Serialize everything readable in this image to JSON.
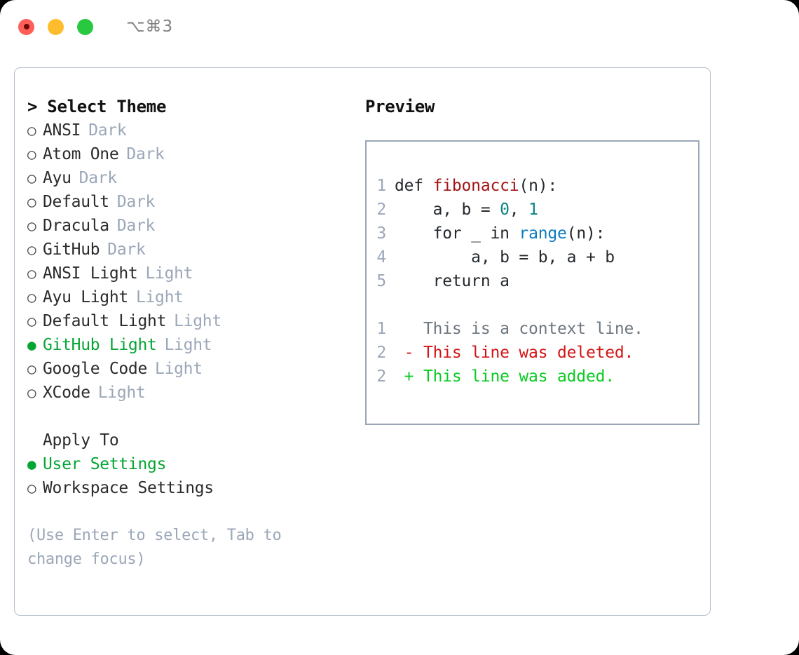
{
  "window": {
    "traffic_lights": [
      "close",
      "minimize",
      "maximize"
    ],
    "shortcut_label": "⌥⌘3",
    "colors": {
      "close": "#FF5F57",
      "minimize": "#FFBD2E",
      "maximize": "#28C840",
      "accent_green": "#05A534",
      "muted": "#9BA7B8",
      "border": "#B3BCCB"
    }
  },
  "theme_picker": {
    "header": "> Select Theme",
    "options": [
      {
        "bullet": "○",
        "label": "ANSI",
        "tag": "Dark",
        "selected": false
      },
      {
        "bullet": "○",
        "label": "Atom One",
        "tag": "Dark",
        "selected": false
      },
      {
        "bullet": "○",
        "label": "Ayu",
        "tag": "Dark",
        "selected": false
      },
      {
        "bullet": "○",
        "label": "Default",
        "tag": "Dark",
        "selected": false
      },
      {
        "bullet": "○",
        "label": "Dracula",
        "tag": "Dark",
        "selected": false
      },
      {
        "bullet": "○",
        "label": "GitHub",
        "tag": "Dark",
        "selected": false
      },
      {
        "bullet": "○",
        "label": "ANSI Light",
        "tag": "Light",
        "selected": false
      },
      {
        "bullet": "○",
        "label": "Ayu Light",
        "tag": "Light",
        "selected": false
      },
      {
        "bullet": "○",
        "label": "Default Light",
        "tag": "Light",
        "selected": false
      },
      {
        "bullet": "●",
        "label": "GitHub Light",
        "tag": "Light",
        "selected": true
      },
      {
        "bullet": "○",
        "label": "Google Code",
        "tag": "Light",
        "selected": false
      },
      {
        "bullet": "○",
        "label": "XCode",
        "tag": "Light",
        "selected": false
      }
    ]
  },
  "apply_to": {
    "header": "Apply To",
    "options": [
      {
        "bullet": "●",
        "label": "User Settings",
        "selected": true
      },
      {
        "bullet": "○",
        "label": "Workspace Settings",
        "selected": false
      }
    ]
  },
  "hint": "(Use Enter to select, Tab to change focus)",
  "preview": {
    "title": "Preview",
    "code_lines": [
      {
        "n": "1",
        "segments": [
          {
            "t": "def ",
            "cls": "code-txt"
          },
          {
            "t": "fibonacci",
            "cls": "tok-fn"
          },
          {
            "t": "(n):",
            "cls": "code-txt"
          }
        ]
      },
      {
        "n": "2",
        "segments": [
          {
            "t": "    a, b = ",
            "cls": "code-txt"
          },
          {
            "t": "0",
            "cls": "tok-num"
          },
          {
            "t": ", ",
            "cls": "code-txt"
          },
          {
            "t": "1",
            "cls": "tok-num"
          }
        ]
      },
      {
        "n": "3",
        "segments": [
          {
            "t": "    for _ in ",
            "cls": "code-txt"
          },
          {
            "t": "range",
            "cls": "tok-call"
          },
          {
            "t": "(n):",
            "cls": "code-txt"
          }
        ]
      },
      {
        "n": "4",
        "segments": [
          {
            "t": "        a, b = b, a + b",
            "cls": "code-txt"
          }
        ]
      },
      {
        "n": "5",
        "segments": [
          {
            "t": "    return a",
            "cls": "code-txt"
          }
        ]
      }
    ],
    "diff_lines": [
      {
        "n": "1",
        "marker": "  ",
        "text": "This is a context line.",
        "cls": "diff-ctx"
      },
      {
        "n": "2",
        "marker": "- ",
        "text": "This line was deleted.",
        "cls": "diff-del"
      },
      {
        "n": "2",
        "marker": "+ ",
        "text": "This line was added.",
        "cls": "diff-add"
      }
    ]
  }
}
